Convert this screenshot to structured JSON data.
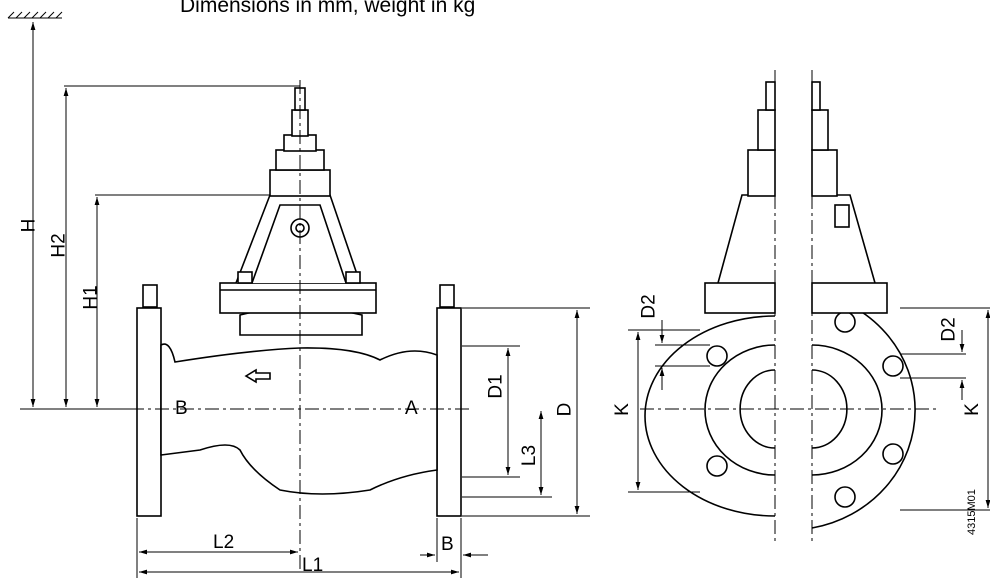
{
  "title": "Dimensions in mm, weight in kg",
  "drawing_code": "4315M01",
  "labels": {
    "H": "H",
    "H1": "H1",
    "H2": "H2",
    "D": "D",
    "D1": "D1",
    "L1": "L1",
    "L2": "L2",
    "L3": "L3",
    "B": "B",
    "K_left": "K",
    "K_right": "K",
    "D2_left": "D2",
    "D2_right": "D2",
    "port_b": "B",
    "port_a": "A"
  },
  "colors": {
    "line": "#000000",
    "background": "#ffffff"
  }
}
